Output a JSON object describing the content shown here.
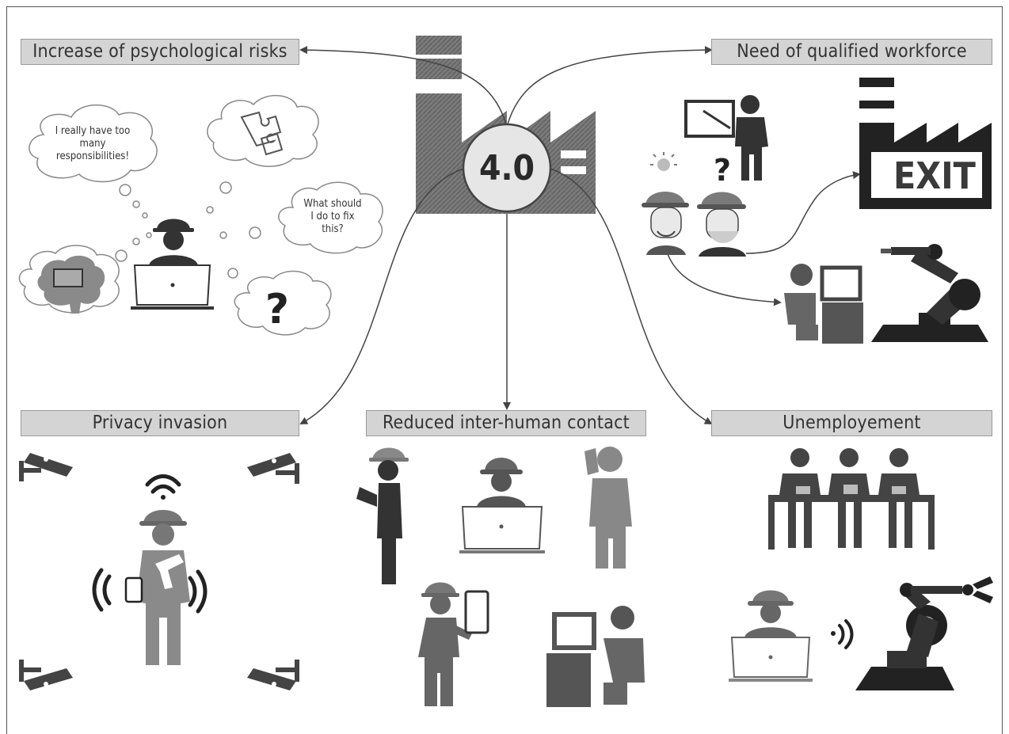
{
  "hub": {
    "label": "4.0"
  },
  "sections": {
    "psychological": {
      "title": "Increase of psychological risks"
    },
    "workforce": {
      "title": "Need of qualified workforce"
    },
    "privacy": {
      "title": "Privacy invasion"
    },
    "contact": {
      "title": "Reduced inter-human contact"
    },
    "unemployment": {
      "title": "Unemployement"
    }
  },
  "thoughts": {
    "responsibilities": [
      "I really have too",
      "many",
      "responsibilities!"
    ],
    "fix": [
      "What should",
      "I do to fix",
      "this?"
    ]
  },
  "workforce_art": {
    "exit_sign": "EXIT"
  },
  "icons": [
    "factory-icon",
    "worker-laptop-icon",
    "brain-icon",
    "puzzle-icon",
    "question-mark-icon",
    "teacher-icon",
    "lightbulb-icon",
    "engineer-icon",
    "exit-factory-icon",
    "operator-desk-icon",
    "robot-arm-icon",
    "security-camera-icon",
    "wifi-icon",
    "phone-icon",
    "tablet-icon",
    "assembly-workers-icon"
  ],
  "colors": {
    "banner": "#d4d4d4",
    "icon_dark": "#3d3d3d",
    "icon_mid": "#6d6d6d",
    "hub_fill": "#e6e6e6"
  }
}
